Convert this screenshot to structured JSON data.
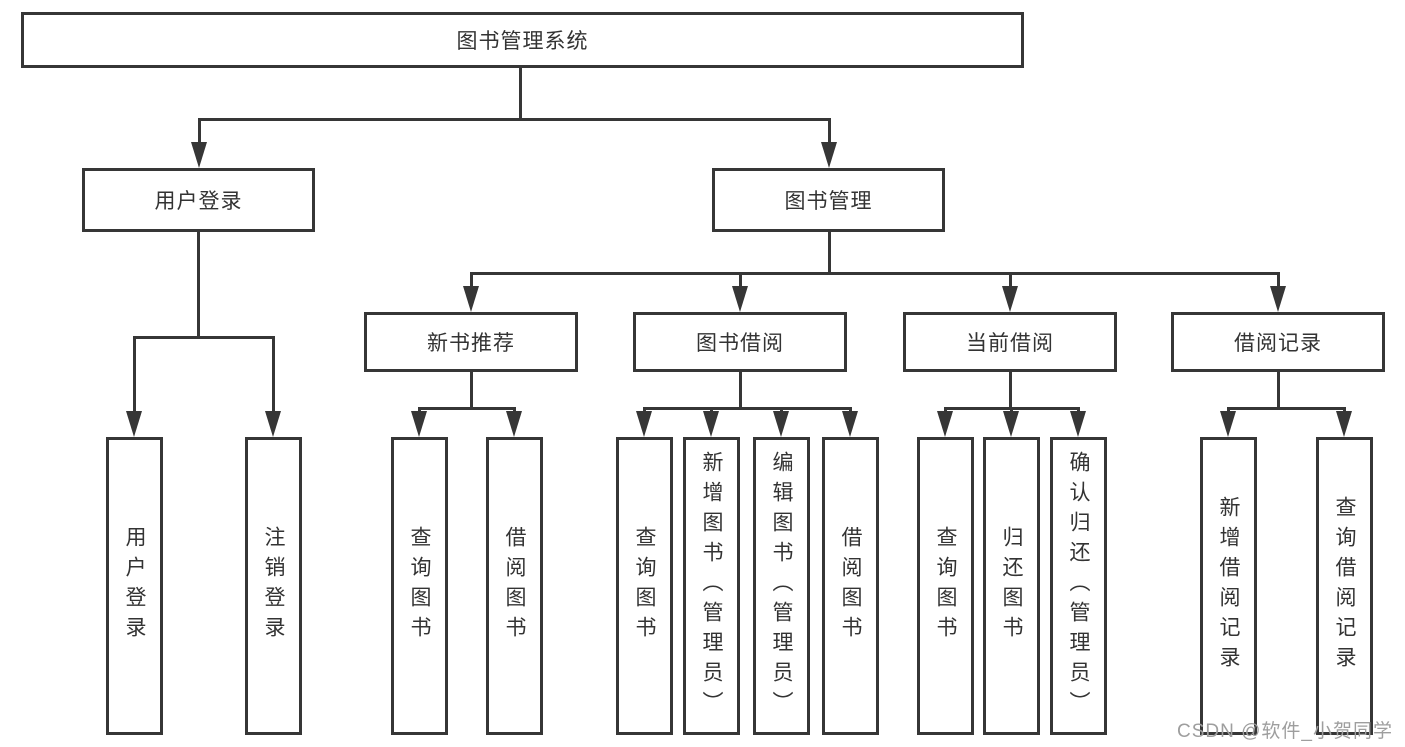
{
  "diagram": {
    "title": "图书管理系统",
    "root": {
      "label": "图书管理系统"
    },
    "level1": {
      "user_login": {
        "label": "用户登录"
      },
      "book_mgmt": {
        "label": "图书管理"
      }
    },
    "level2": {
      "new_books": {
        "label": "新书推荐"
      },
      "book_borrow": {
        "label": "图书借阅"
      },
      "current_borrow": {
        "label": "当前借阅"
      },
      "borrow_records": {
        "label": "借阅记录"
      }
    },
    "leaves": {
      "g1": [
        "用户登录",
        "注销登录"
      ],
      "g2": [
        "查询图书",
        "借阅图书"
      ],
      "g3": [
        "查询图书",
        "新增图书（管理员）",
        "编辑图书（管理员）",
        "借阅图书"
      ],
      "g4": [
        "查询图书",
        "归还图书",
        "确认归还（管理员）"
      ],
      "g5": [
        "新增借阅记录",
        "查询借阅记录"
      ]
    }
  },
  "watermark": "CSDN @软件_小贺同学",
  "colors": {
    "line": "#363636",
    "text": "#333333",
    "watermark_text": "#9e9e9e",
    "background": "#ffffff"
  }
}
